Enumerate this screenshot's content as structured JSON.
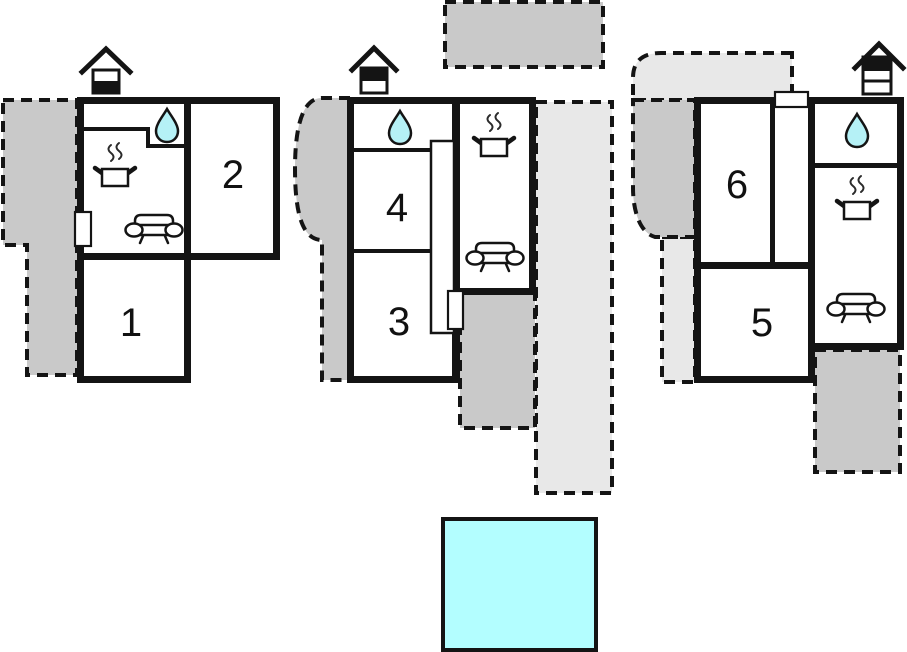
{
  "title": "Holiday home floor plan with three units and swimming pool",
  "colors": {
    "wall": "#141414",
    "terrace_dark": "#c9c9c9",
    "terrace_light": "#e8e8e8",
    "pool": "#b3feff",
    "water_drop": "#b5f1f6"
  },
  "units": [
    {
      "rooms": [
        {
          "label": "1"
        },
        {
          "label": "2"
        }
      ],
      "icons": [
        "chimney-icon",
        "water-drop-icon",
        "cooking-pot-icon",
        "sofa-icon",
        "door"
      ]
    },
    {
      "rooms": [
        {
          "label": "3"
        },
        {
          "label": "4"
        }
      ],
      "icons": [
        "chimney-icon",
        "water-drop-icon",
        "cooking-pot-icon",
        "sofa-icon",
        "door"
      ]
    },
    {
      "rooms": [
        {
          "label": "5"
        },
        {
          "label": "6"
        }
      ],
      "icons": [
        "chimney-icon",
        "water-drop-icon",
        "cooking-pot-icon",
        "sofa-icon",
        "door"
      ]
    }
  ],
  "features": {
    "pool": "swimming-pool",
    "terraces": "dashed gray outdoor areas"
  }
}
